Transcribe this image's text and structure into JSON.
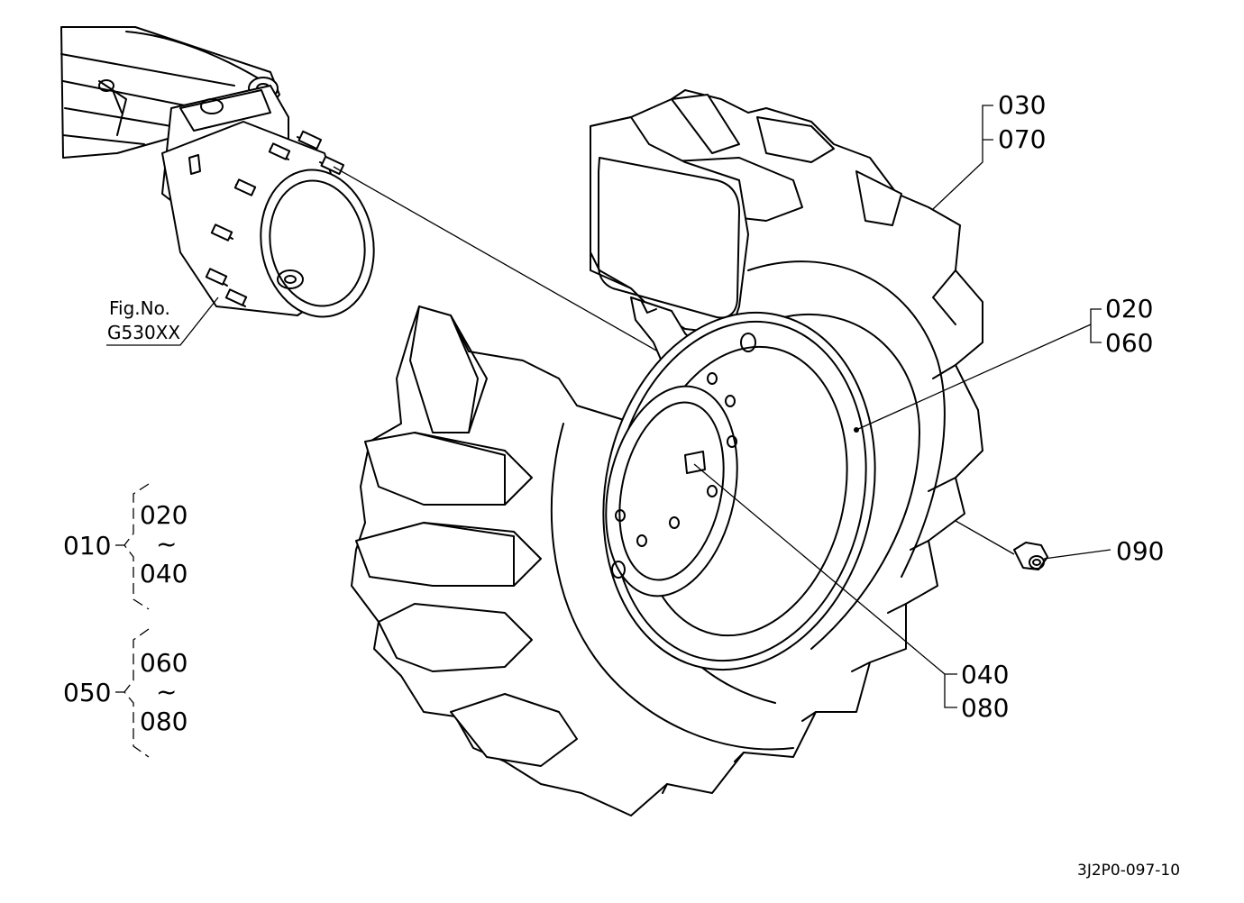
{
  "drawing_id": "3J2P0-097-10",
  "reference": {
    "line1": "Fig.No.",
    "line2": "G530XX"
  },
  "callouts": {
    "c030": "030",
    "c070": "070",
    "c020": "020",
    "c060": "060",
    "c090": "090",
    "c040": "040",
    "c080": "080"
  },
  "assemblies": [
    {
      "id": "010",
      "from": "020",
      "tilde": "~",
      "to": "040"
    },
    {
      "id": "050",
      "from": "060",
      "tilde": "~",
      "to": "080"
    }
  ]
}
